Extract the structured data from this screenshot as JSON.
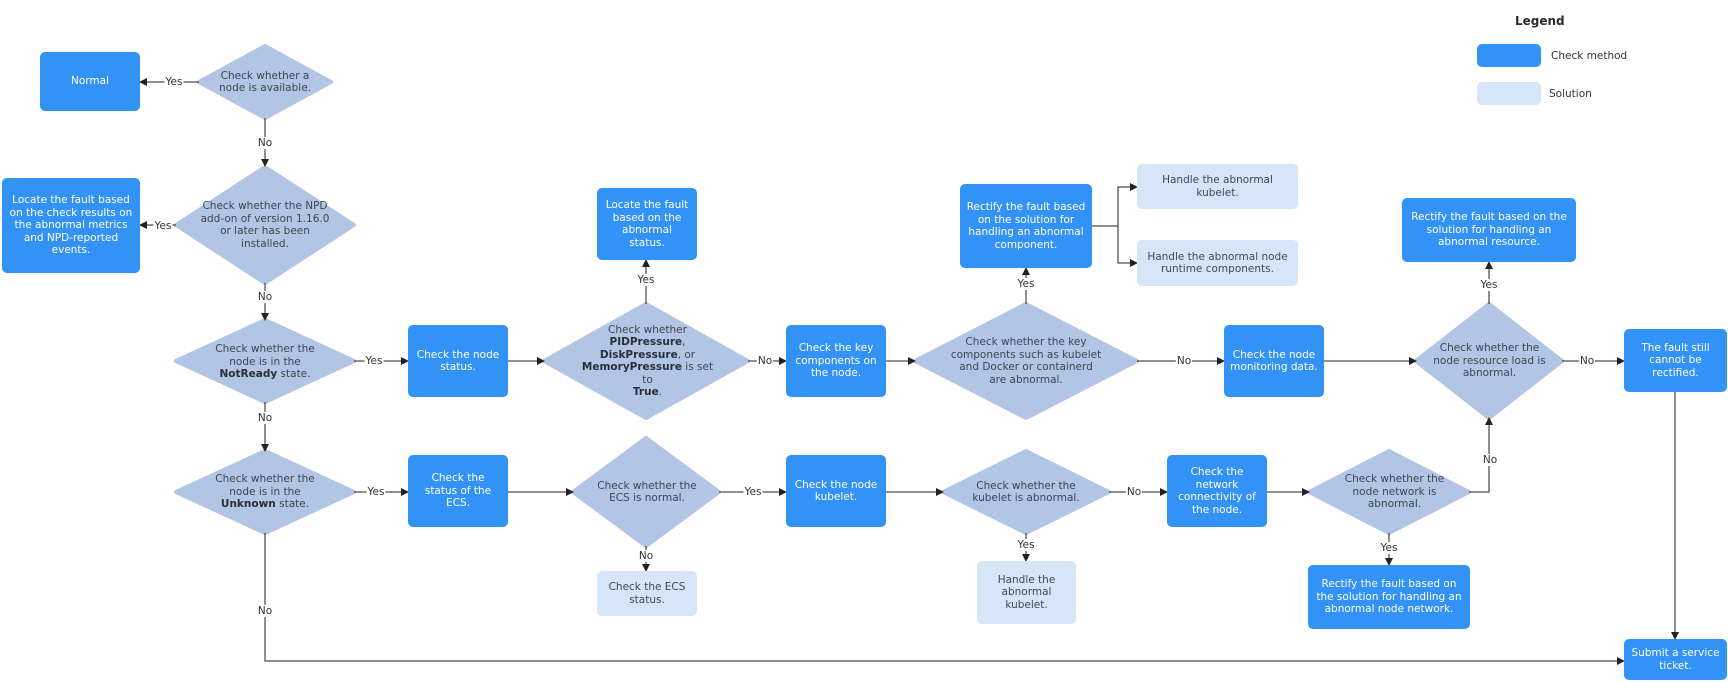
{
  "legend": {
    "title": "Legend",
    "check_method": "Check method",
    "solution": "Solution"
  },
  "colors": {
    "check_method": "#3392f5",
    "solution": "#d6e6f8",
    "decision": "#b3c5e4",
    "line": "#222222"
  },
  "nodes": {
    "normal": "Normal",
    "d_available": "Check whether a node is available.",
    "d_npd": "Check whether the NPD add-on of version 1.16.0 or later has been installed.",
    "locate_npd": "Locate the fault based on the check results on the abnormal metrics and NPD-reported events.",
    "d_notready": {
      "pre": "Check whether the node is in the ",
      "bold": "NotReady",
      "post": " state."
    },
    "d_unknown": {
      "pre": "Check whether the node is in the ",
      "bold": "Unknown",
      "post": " state."
    },
    "check_node_status": "Check the node status.",
    "d_pressure": {
      "pre": "Check whether ",
      "b1": "PIDPressure",
      "m1": ", ",
      "b2": "DiskPressure",
      "m2": ", or ",
      "b3": "MemoryPressure",
      "m3": " is set to ",
      "b4": "True",
      "post": "."
    },
    "locate_abnormal": "Locate the fault based on the abnormal status.",
    "check_key_components": "Check the key components on the node.",
    "d_key_components": "Check whether the key components such as kubelet and Docker or containerd are abnormal.",
    "rectify_component": "Rectify the fault based on the solution for handling an abnormal component.",
    "handle_kubelet_top": "Handle the abnormal kubelet.",
    "handle_runtime": "Handle the abnormal node runtime components.",
    "check_monitoring": "Check the node monitoring data.",
    "d_resource": "Check whether the node resource load is abnormal.",
    "rectify_resource": "Rectify the fault based on the solution for handling an abnormal resource.",
    "fault_still": "The fault still cannot be rectified.",
    "submit_ticket": "Submit a service ticket.",
    "check_ecs_status": "Check the status of the ECS.",
    "d_ecs": "Check whether the ECS is normal.",
    "check_ecs": "Check the ECS status.",
    "check_kubelet": "Check the node kubelet.",
    "d_kubelet": "Check whether the kubelet is abnormal.",
    "handle_kubelet_bottom": "Handle the abnormal kubelet.",
    "check_network": "Check the network connectivity of the node.",
    "d_network": "Check whether the node network is abnormal.",
    "rectify_network": "Rectify the fault based on the solution for handling an abnormal node network."
  },
  "edges": {
    "yes": "Yes",
    "no": "No"
  }
}
